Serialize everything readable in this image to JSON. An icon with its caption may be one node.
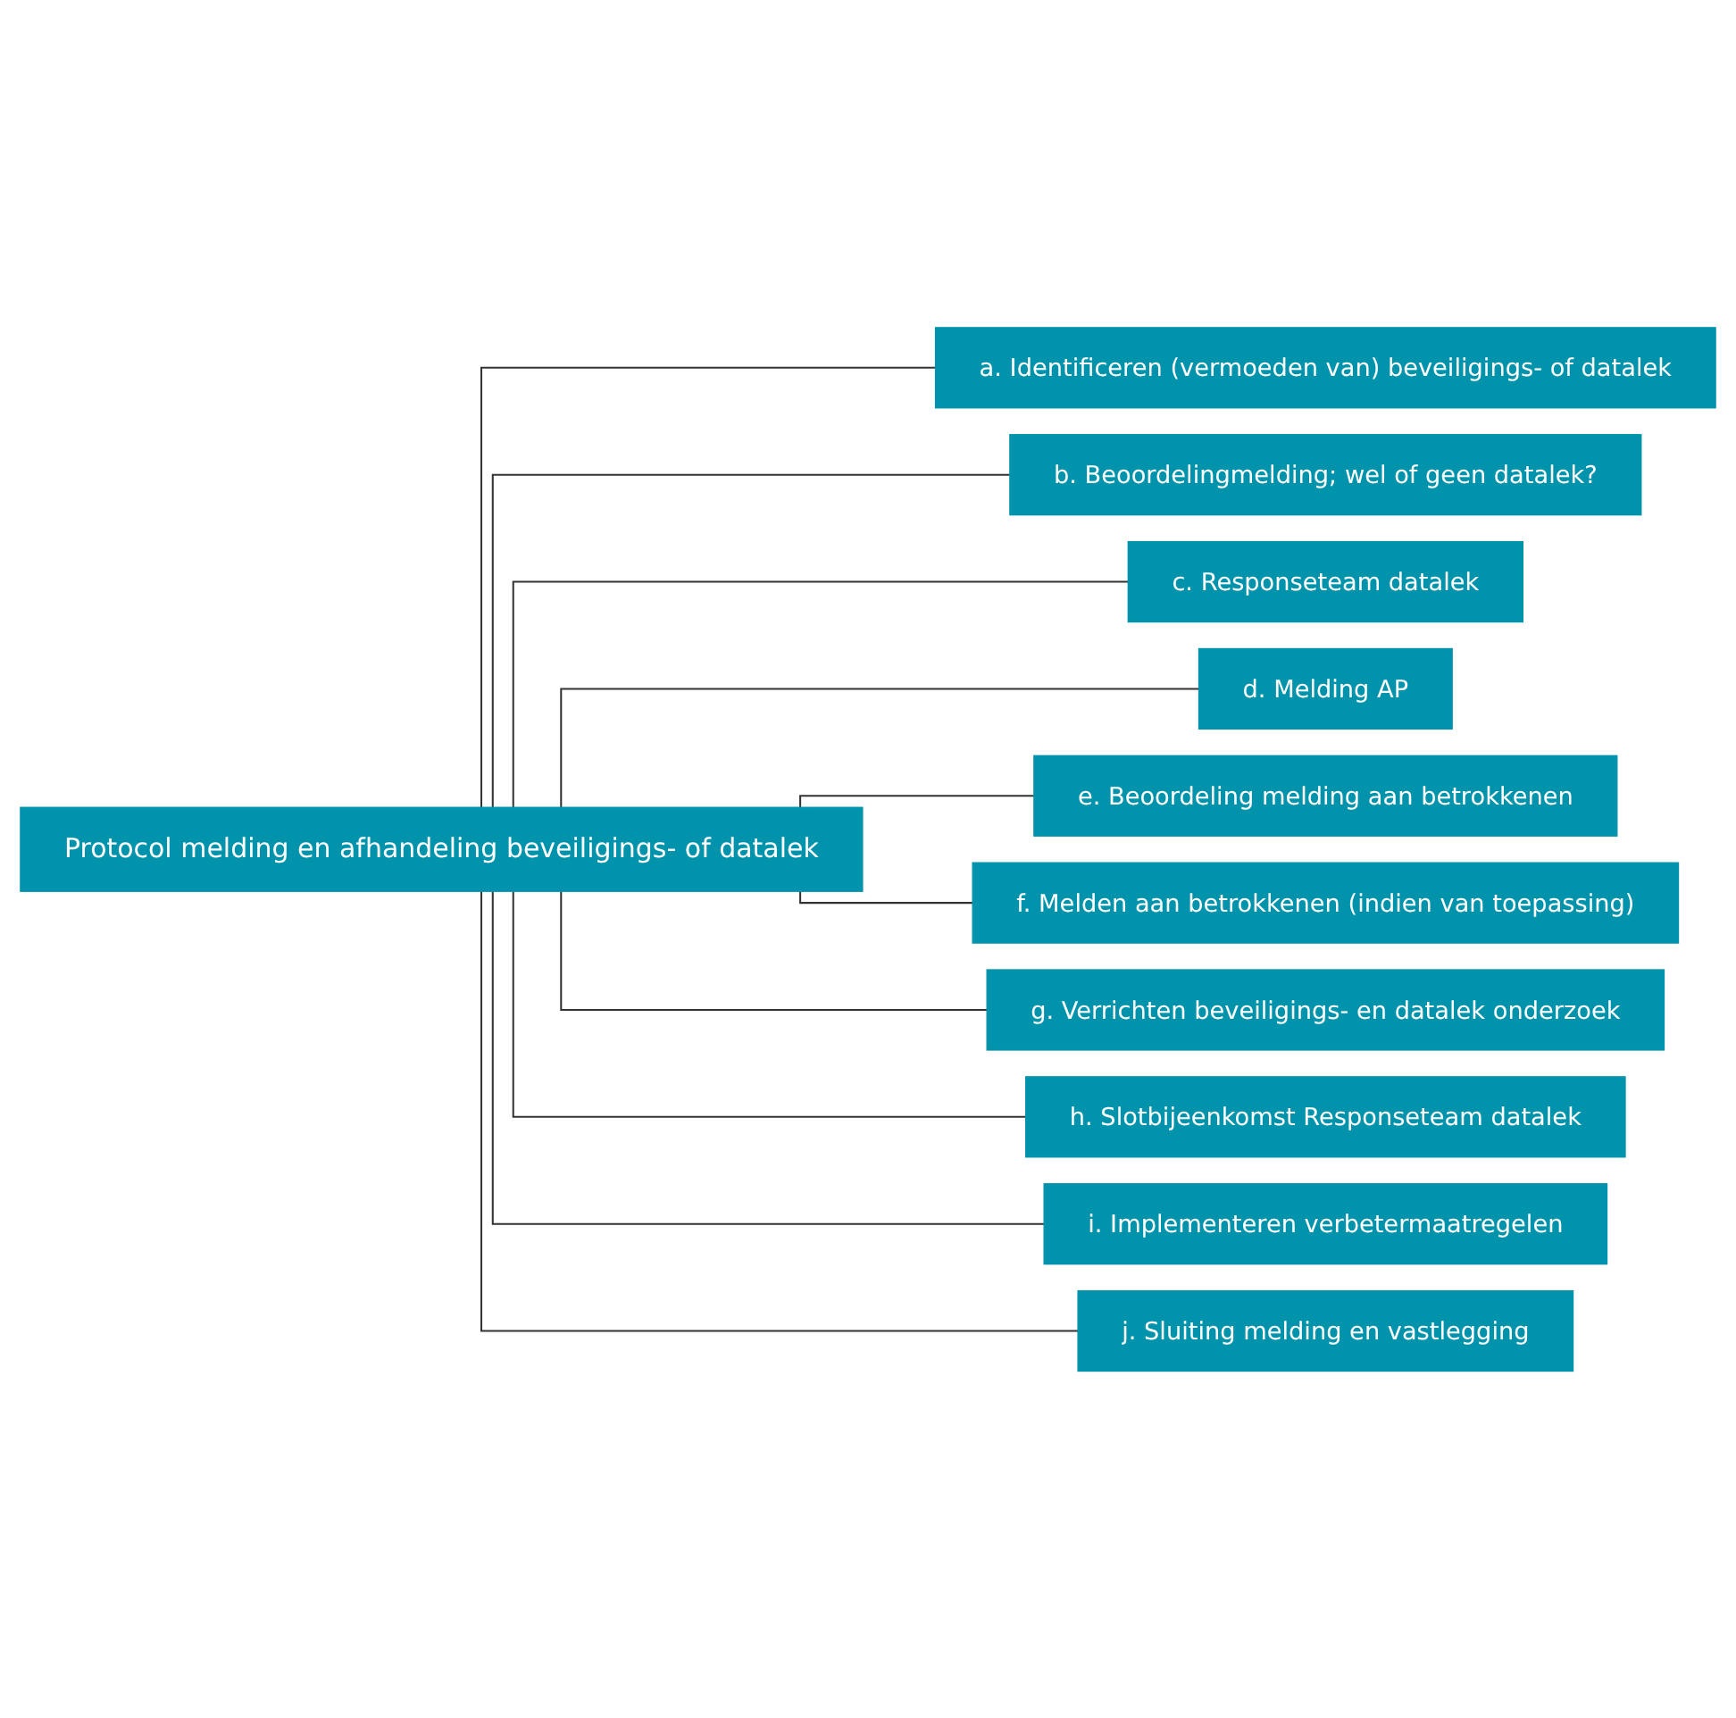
{
  "diagram": {
    "nodes": [
      {
        "text": [
          "Protocol melding en afhandeling beveiligings- of datalek"
        ]
      },
      {
        "text": [
          "a. Identificeren (vermoeden van) beveiligings- of datalek"
        ]
      },
      {
        "text": [
          "b. Beoordelingmelding; wel of geen datalek?"
        ]
      },
      {
        "text": [
          "c. Responseteam datalek"
        ]
      },
      {
        "text": [
          "d. Melding AP"
        ]
      },
      {
        "text": [
          "e. Beoordeling melding aan betrokkenen"
        ]
      },
      {
        "text": [
          "f. Melden aan betrokkenen (indien van toepassing)"
        ]
      },
      {
        "text": [
          "g. Verrichten beveiligings- en datalek onderzoek"
        ]
      },
      {
        "text": [
          "h. Slotbijeenkomst Responseteam datalek"
        ]
      },
      {
        "text": [
          "i. Implementeren verbetermaatregelen"
        ]
      },
      {
        "text": [
          "j. Sluiting melding en vastlegging"
        ]
      }
    ],
    "edges": [
      {
        "from": 0,
        "to": 1,
        "arrow": "none"
      },
      {
        "from": 0,
        "to": 2,
        "arrow": "none"
      },
      {
        "from": 0,
        "to": 3,
        "arrow": "none"
      },
      {
        "from": 0,
        "to": 4,
        "arrow": "none"
      },
      {
        "from": 0,
        "to": 5,
        "arrow": "none"
      },
      {
        "from": 0,
        "to": 6,
        "arrow": "none"
      },
      {
        "from": 0,
        "to": 7,
        "arrow": "none"
      },
      {
        "from": 0,
        "to": 8,
        "arrow": "none"
      },
      {
        "from": 0,
        "to": 9,
        "arrow": "none"
      },
      {
        "from": 0,
        "to": 10,
        "arrow": "none"
      }
    ]
  }
}
